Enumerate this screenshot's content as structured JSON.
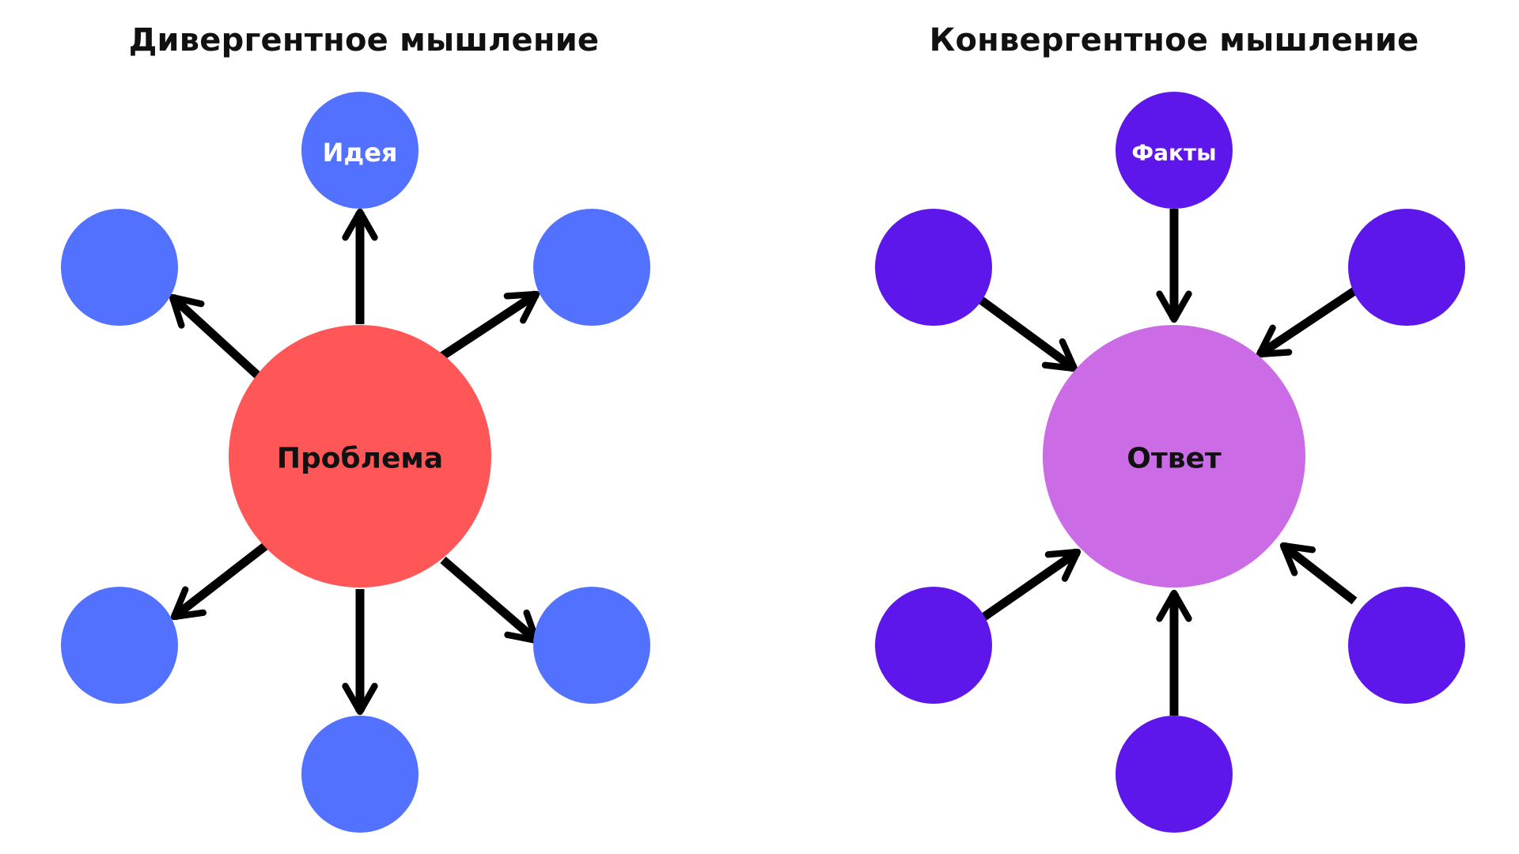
{
  "colors": {
    "background": "#FFFFFF",
    "divergent_node": "#5271FF",
    "divergent_center": "#FF5757",
    "convergent_node": "#5E17EB",
    "convergent_center": "#CB6CE6",
    "arrow": "#000000",
    "center_text": "#111111",
    "node_text": "#FFFFFF"
  },
  "divergent": {
    "title": "Дивергентное мышление",
    "center_label": "Проблема",
    "arrow_direction": "outward",
    "nodes": [
      {
        "position": "top",
        "label": "Идея"
      },
      {
        "position": "upper-left",
        "label": ""
      },
      {
        "position": "upper-right",
        "label": ""
      },
      {
        "position": "lower-left",
        "label": ""
      },
      {
        "position": "lower-right",
        "label": ""
      },
      {
        "position": "bottom",
        "label": ""
      }
    ]
  },
  "convergent": {
    "title": "Конвергентное мышление",
    "center_label": "Ответ",
    "arrow_direction": "inward",
    "nodes": [
      {
        "position": "top",
        "label": "Факты"
      },
      {
        "position": "upper-left",
        "label": ""
      },
      {
        "position": "upper-right",
        "label": ""
      },
      {
        "position": "lower-left",
        "label": ""
      },
      {
        "position": "lower-right",
        "label": ""
      },
      {
        "position": "bottom",
        "label": ""
      }
    ]
  }
}
